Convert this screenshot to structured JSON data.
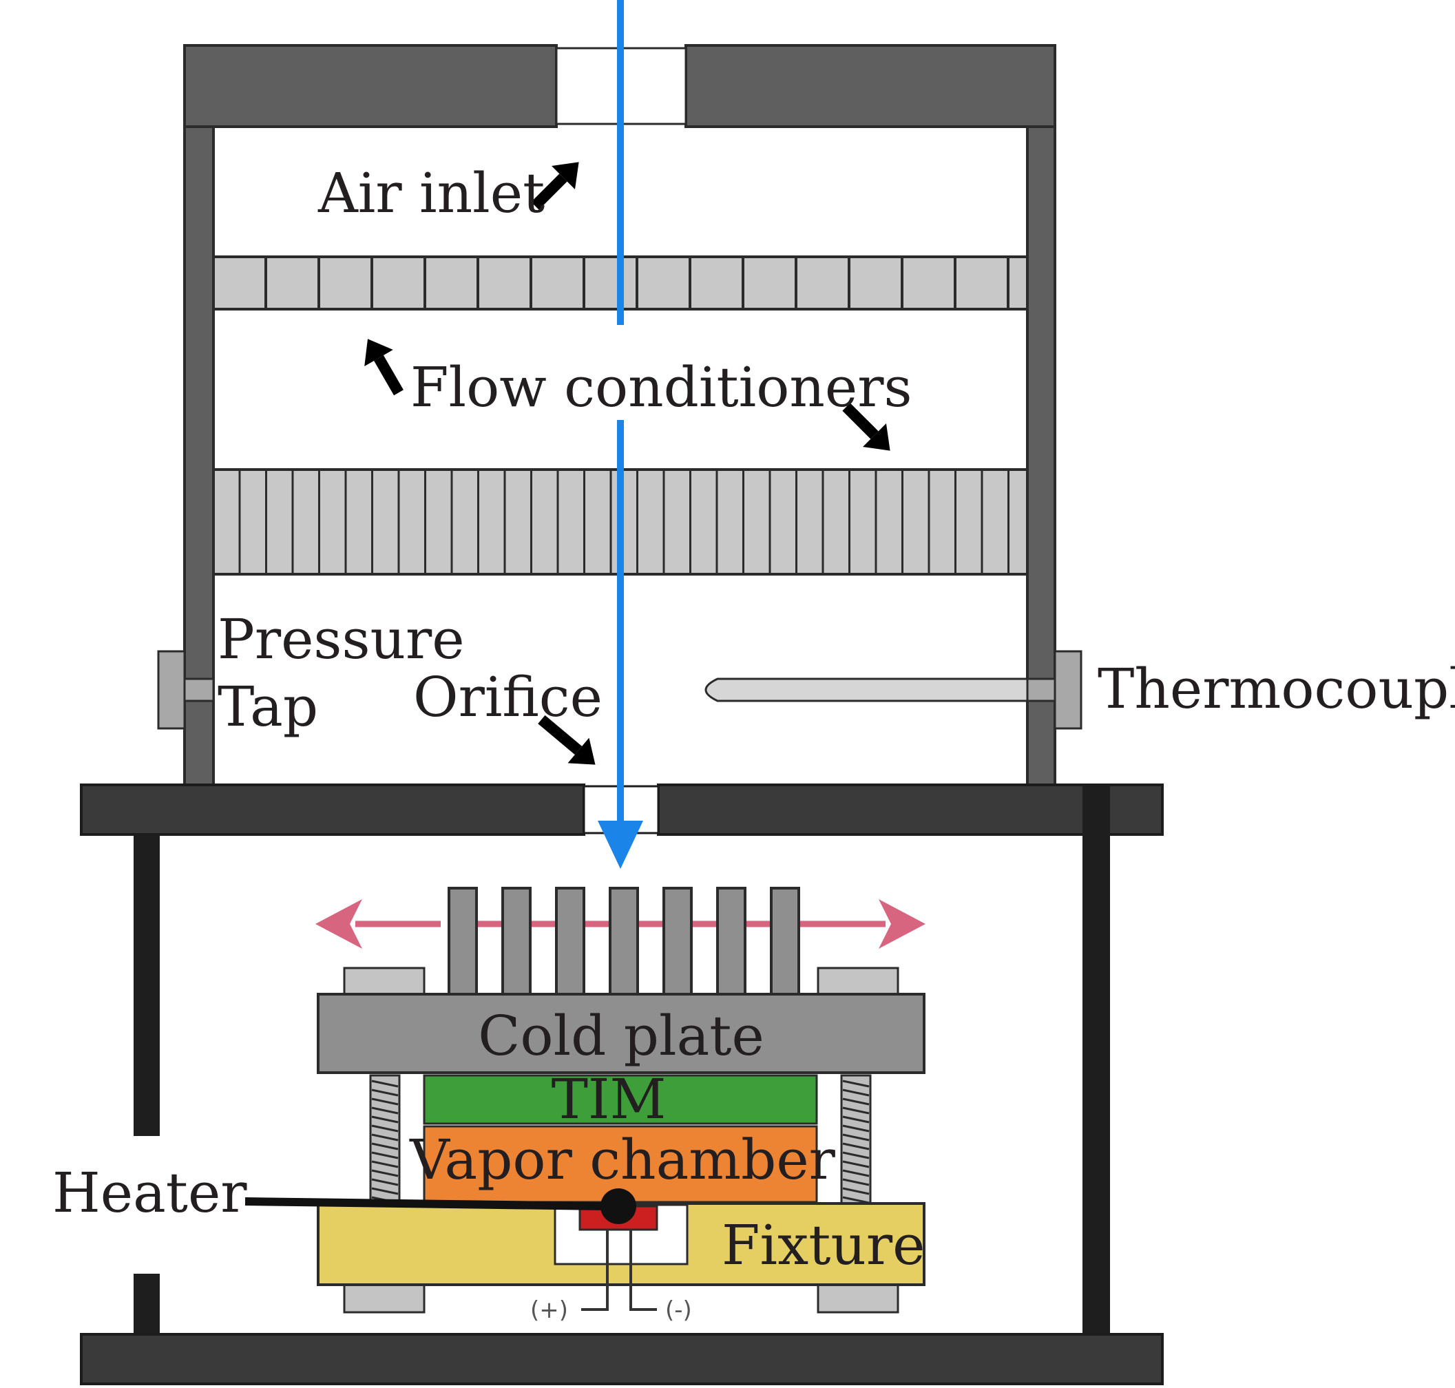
{
  "labels": {
    "air_inlet": "Air inlet",
    "flow_conditioners": "Flow conditioners",
    "pressure": "Pressure",
    "tap": "Tap",
    "orifice": "Orifice",
    "thermocouple": "Thermocouple",
    "cold_plate": "Cold plate",
    "tim": "TIM",
    "vapor_chamber": "Vapor chamber",
    "heater": "Heater",
    "fixture": "Fixture",
    "plus": "(+)",
    "minus": "(-)"
  },
  "colors": {
    "frame": "#5f5f5f",
    "frame_dark": "#3a3a3a",
    "conditioner": "#c8c8c8",
    "flow_arrow": "#1a84e8",
    "spread_arrow": "#d86580",
    "cold_plate": "#8f8f8f",
    "tim": "#3d9e3a",
    "vapor_chamber": "#ec8434",
    "fixture": "#e6cf62",
    "heater_core": "#cc1f1f"
  }
}
